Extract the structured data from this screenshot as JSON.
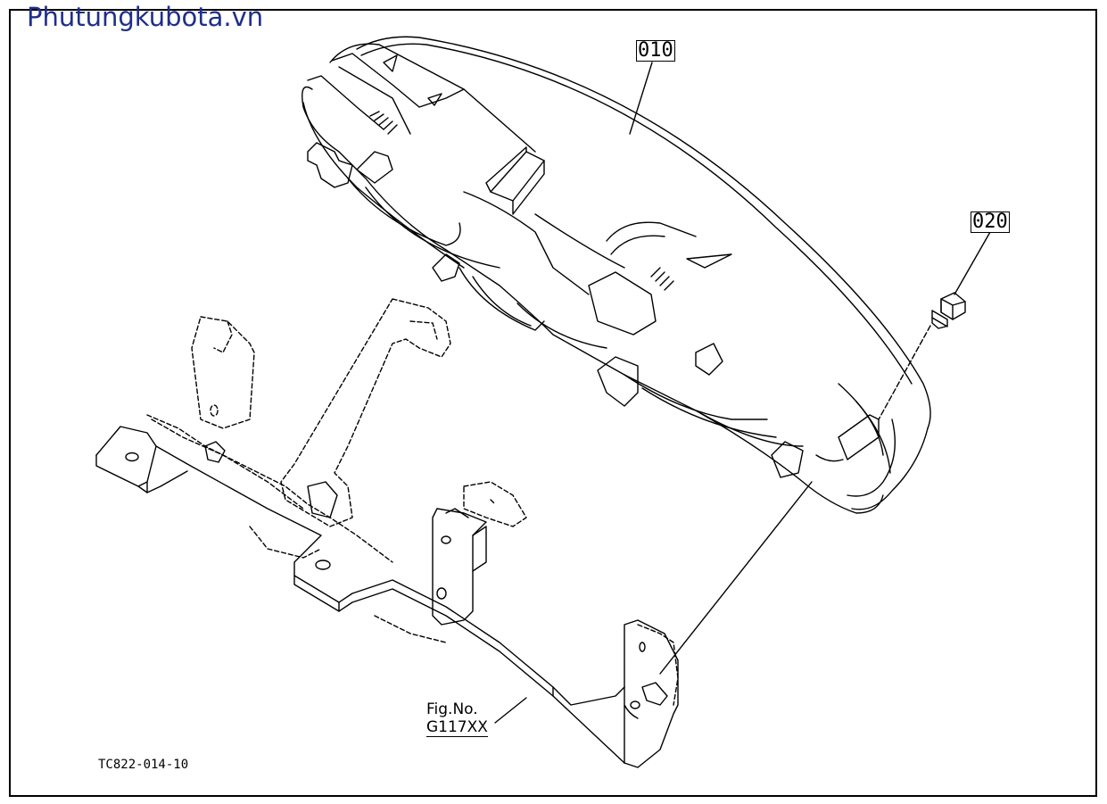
{
  "watermark": "Phutungkubota.vn",
  "parts": [
    {
      "id": "010"
    },
    {
      "id": "020"
    }
  ],
  "figure_ref": {
    "line1": "Fig.No.",
    "line2": "G117XX"
  },
  "drawing_code": "TC822-014-10"
}
